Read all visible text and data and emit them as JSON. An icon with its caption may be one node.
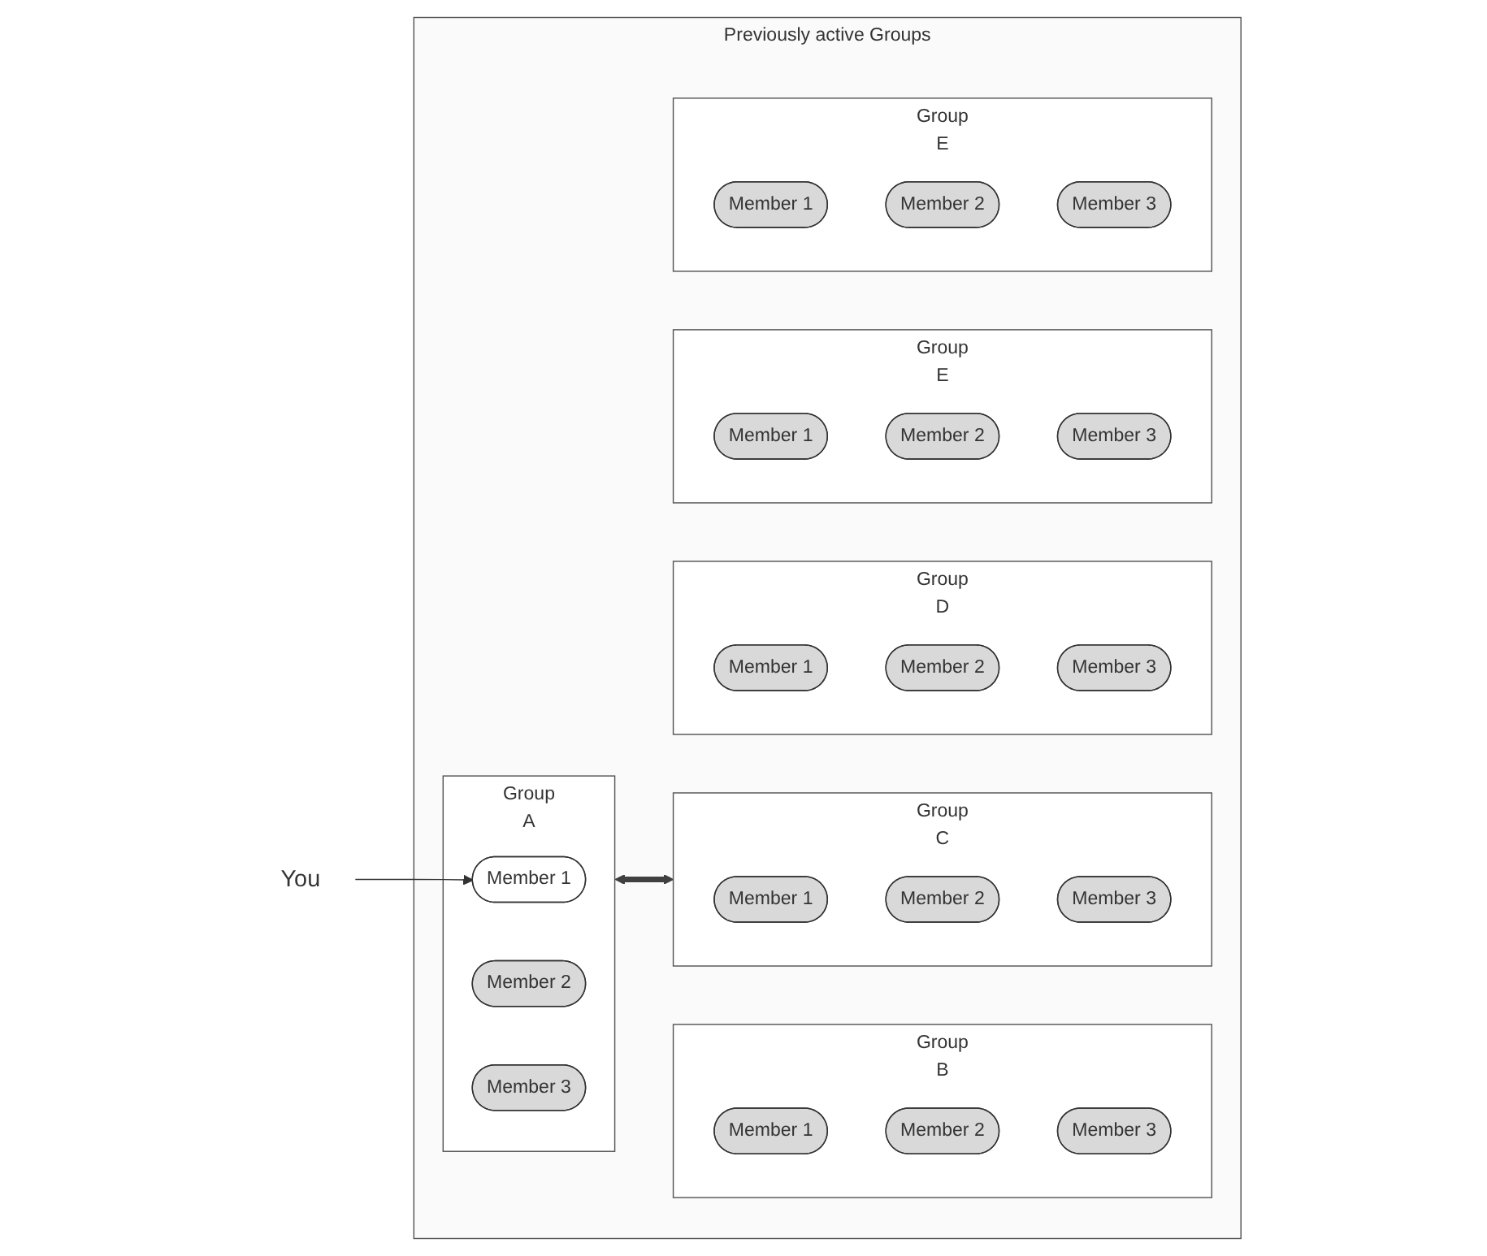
{
  "diagram": {
    "nodes": [
      {
        "text": [
          "You"
        ]
      },
      {
        "text": [
          "Previously active Groups"
        ]
      },
      {
        "text": [
          "Group",
          "A"
        ],
        "in": 1
      },
      {
        "text": [
          "Member 1"
        ],
        "in": 2
      },
      {
        "text": [
          "Member 2"
        ],
        "in": 2
      },
      {
        "text": [
          "Member 3"
        ],
        "in": 2
      },
      {
        "text": [
          "Group",
          "B"
        ],
        "in": 1
      },
      {
        "text": [
          "Member 1"
        ],
        "in": 6
      },
      {
        "text": [
          "Member 2"
        ],
        "in": 6
      },
      {
        "text": [
          "Member 3"
        ],
        "in": 6
      },
      {
        "text": [
          "Group",
          "C"
        ],
        "in": 1
      },
      {
        "text": [
          "Member 1"
        ],
        "in": 10
      },
      {
        "text": [
          "Member 2"
        ],
        "in": 10
      },
      {
        "text": [
          "Member 3"
        ],
        "in": 10
      },
      {
        "text": [
          "Group",
          "D"
        ],
        "in": 1
      },
      {
        "text": [
          "Member 1"
        ],
        "in": 14
      },
      {
        "text": [
          "Member 2"
        ],
        "in": 14
      },
      {
        "text": [
          "Member 3"
        ],
        "in": 14
      },
      {
        "text": [
          "Group",
          "E"
        ],
        "in": 1
      },
      {
        "text": [
          "Member 1"
        ],
        "in": 18
      },
      {
        "text": [
          "Member 2"
        ],
        "in": 18
      },
      {
        "text": [
          "Member 3"
        ],
        "in": 18
      },
      {
        "text": [
          "Group",
          "E"
        ],
        "in": 1
      },
      {
        "text": [
          "Member 1"
        ],
        "in": 22
      },
      {
        "text": [
          "Member 2"
        ],
        "in": 22
      },
      {
        "text": [
          "Member 3"
        ],
        "in": 22
      }
    ],
    "edges": [
      {
        "from": 0,
        "to": 3,
        "arrow": "to"
      },
      {
        "from": 2,
        "to": 10,
        "arrow": "both",
        "style": "thick",
        "color": "#404040"
      }
    ]
  }
}
